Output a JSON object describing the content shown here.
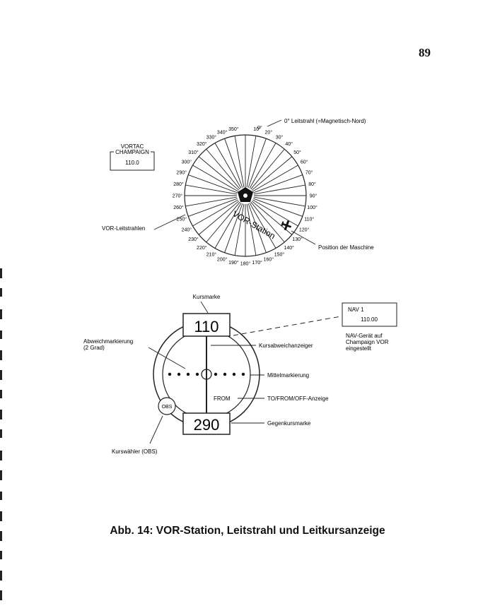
{
  "page": {
    "number": "89"
  },
  "top_diagram": {
    "station_box": {
      "title_line1": "VORTAC",
      "title_line2": "CHAMPAIGN",
      "frequency": "110.0"
    },
    "zero_label": "0°",
    "zero_callout": "0° Leitstrahl (=Magnetisch-Nord)",
    "station_label": "VOR-Station",
    "radials_label": "VOR-Leitstrahlen",
    "aircraft_label": "Position der Maschine",
    "degree_labels": [
      "10°",
      "20°",
      "30°",
      "40°",
      "50°",
      "60°",
      "70°",
      "80°",
      "90°",
      "100°",
      "110°",
      "120°",
      "130°",
      "140°",
      "150°",
      "160°",
      "170°",
      "180°",
      "190°",
      "200°",
      "210°",
      "220°",
      "230°",
      "240°",
      "250°",
      "260°",
      "270°",
      "280°",
      "290°",
      "300°",
      "310°",
      "320°",
      "330°",
      "340°",
      "350°"
    ]
  },
  "bottom_diagram": {
    "course_marker_label": "Kursmarke",
    "course_value": "110",
    "reciprocal_value": "290",
    "reciprocal_label": "Gegenkursmarke",
    "deviation_marks_label": "Abweichmarkierung\n(2 Grad)",
    "cdi_label": "Kursabweichanzeiger",
    "center_mark_label": "Mittelmarkierung",
    "from_text": "FROM",
    "to_from_label": "TO/FROM/OFF-Anzeige",
    "obs_knob_text": "OBS",
    "obs_label": "Kurswähler (OBS)",
    "nav_box": {
      "title": "NAV 1",
      "frequency": "110.00"
    },
    "nav_note": "NAV-Gerät auf\nChampaign VOR\neingestellt"
  },
  "caption": "Abb. 14: VOR-Station, Leitstrahl und Leitkursanzeige"
}
